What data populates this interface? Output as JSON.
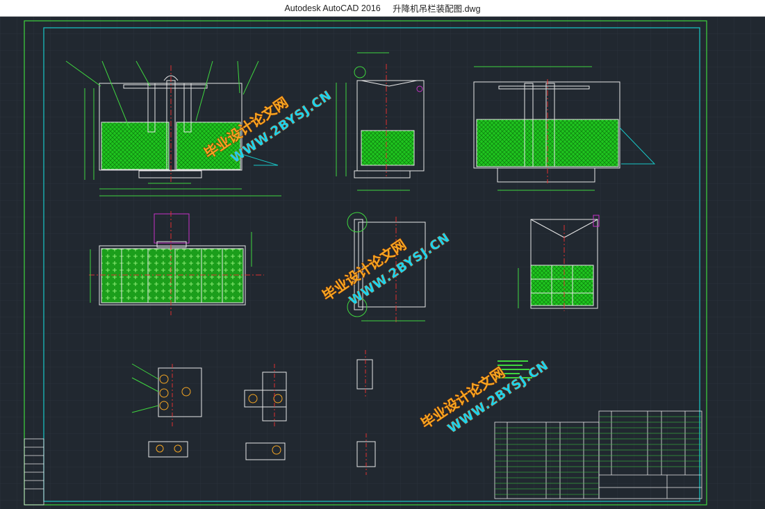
{
  "window": {
    "app_name": "Autodesk AutoCAD 2016",
    "file_name": "升降机吊栏装配图.dwg"
  },
  "watermark": {
    "url": "WWW.2BYSJ.CN",
    "site_name": "毕业设计论文网"
  },
  "colors": {
    "background": "#212830",
    "outer_border": "#3fd63f",
    "inner_border": "#18c8c8",
    "drawing_lines": "#e8e8e8",
    "dimensions": "#3fd63f",
    "center_lines": "#e03030",
    "mesh_fill": "#23d023",
    "highlight": "#c832c8",
    "grid": "#2a323b"
  },
  "icons": [
    "window-title",
    "cad-drawing-canvas"
  ]
}
